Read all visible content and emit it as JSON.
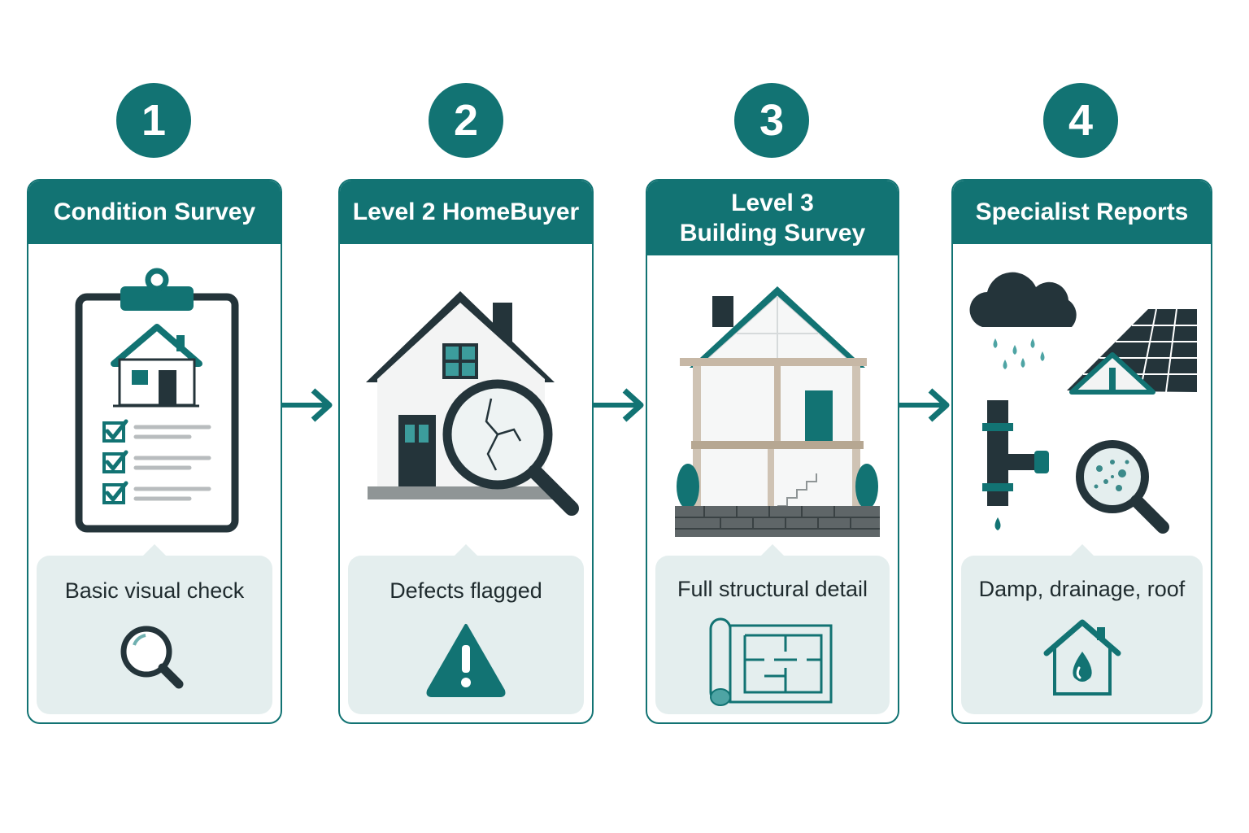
{
  "steps": [
    {
      "number": "1",
      "title_line1": "Condition Survey",
      "title_line2": "",
      "caption": "Basic visual check"
    },
    {
      "number": "2",
      "title_line1": "Level 2 HomeBuyer",
      "title_line2": "",
      "caption": "Defects flagged"
    },
    {
      "number": "3",
      "title_line1": "Level 3",
      "title_line2": "Building Survey",
      "caption": "Full structural detail"
    },
    {
      "number": "4",
      "title_line1": "Specialist Reports",
      "title_line2": "",
      "caption": "Damp, drainage, roof"
    }
  ],
  "icons": {
    "step1_main": "clipboard-checklist-house-icon",
    "step1_bottom": "magnifier-icon",
    "step2_main": "house-crack-magnifier-icon",
    "step2_bottom": "warning-triangle-icon",
    "step3_main": "house-cross-section-icon",
    "step3_bottom": "blueprint-floorplan-icon",
    "step4_main": "specialist-issues-icon",
    "step4_bottom": "damp-house-icon",
    "connector": "arrow-right-icon"
  },
  "colors": {
    "teal": "#127373",
    "dark": "#1f2b2e",
    "panel": "#e4eeee"
  }
}
